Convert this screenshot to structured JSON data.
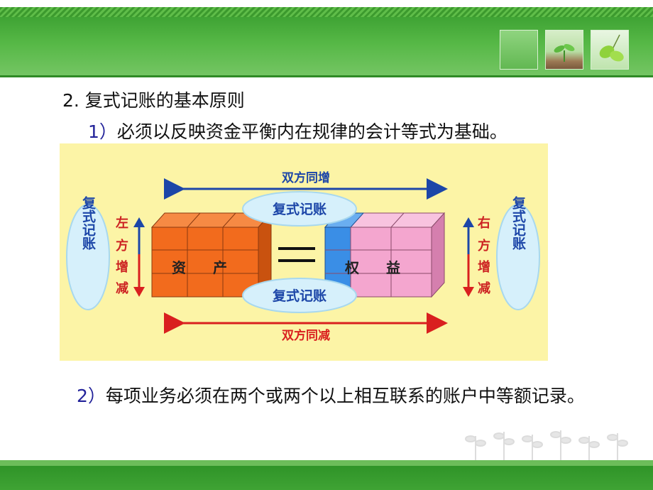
{
  "slide": {
    "heading": "2. 复式记账的基本原则",
    "point1_num": "1）",
    "point1_text": "必须以反映资金平衡内在规律的会计等式为基础。",
    "point2_num": "2）",
    "point2_text": "每项业务必须在两个或两个以上相互联系的账户中等额记录。"
  },
  "diagram": {
    "top_arrow_label": "双方同增",
    "bottom_arrow_label": "双方同减",
    "top_bubble": "复式记账",
    "bottom_bubble": "复式记账",
    "left_ellipse": "复式记账",
    "right_ellipse": "复式记账",
    "left_side": [
      "左",
      "方",
      "增",
      "减"
    ],
    "right_side": [
      "右",
      "方",
      "增",
      "减"
    ],
    "assets_label_1": "资",
    "assets_label_2": "产",
    "equity_label_1": "权",
    "equity_label_2": "益",
    "colors": {
      "assets": "#f26b1d",
      "equity_blue": "#3a8ee6",
      "equity_pink": "#f4a6cf",
      "arrow_blue": "#1c46a8",
      "arrow_red": "#d91f1f",
      "background": "#fcf4a6"
    }
  }
}
